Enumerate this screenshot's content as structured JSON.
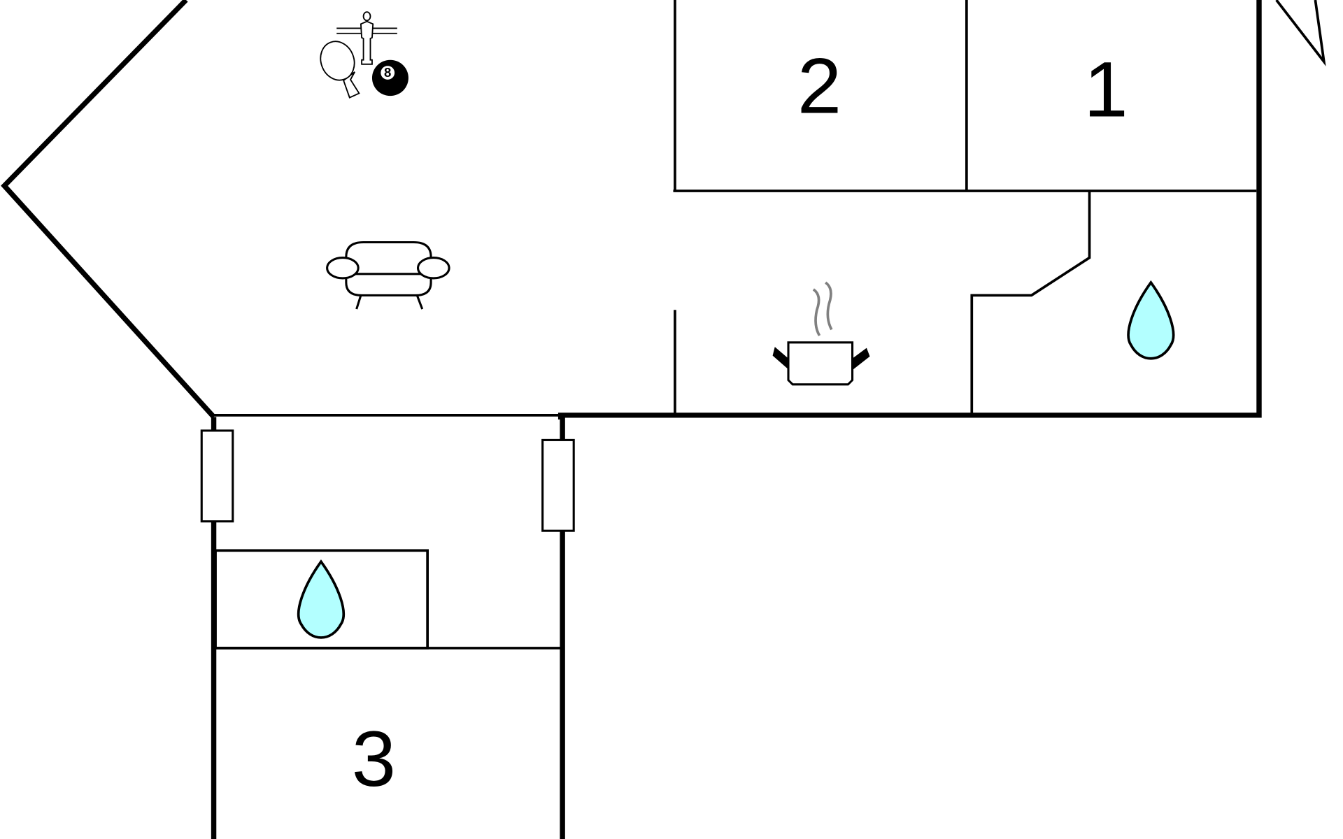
{
  "rooms": [
    {
      "label": "2"
    },
    {
      "label": "1"
    },
    {
      "label": "3"
    }
  ],
  "icons": {
    "game_room": [
      "table-football-icon",
      "table-tennis-icon",
      "billiard-ball-icon"
    ],
    "billiard_ball_number": "8",
    "living": "sofa-icon",
    "kitchen": "cooking-pot-icon",
    "bathrooms": [
      "water-drop-icon",
      "water-drop-icon"
    ],
    "compass": "north-arrow-icon"
  },
  "colors": {
    "wall": "#000000",
    "water": "#b3ffff",
    "steam": "#808080"
  }
}
